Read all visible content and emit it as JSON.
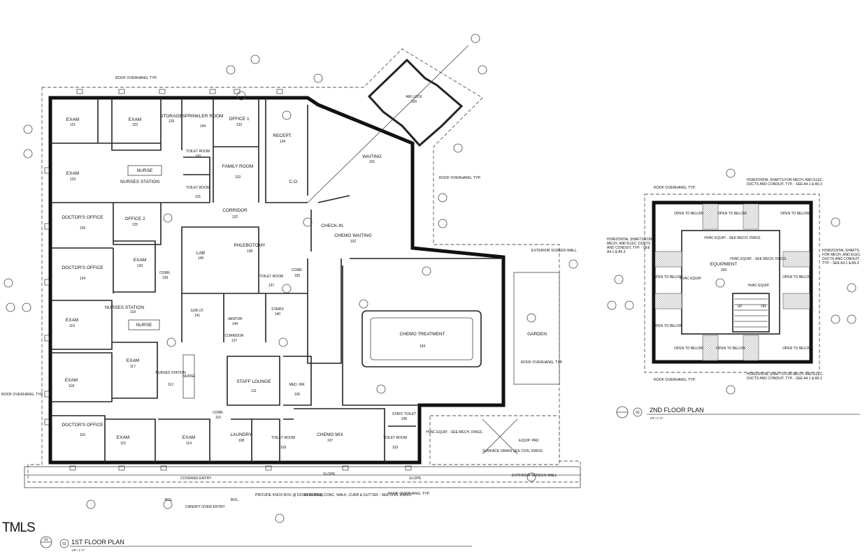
{
  "watermark": "TMLS",
  "titles": {
    "first_floor": {
      "number": "01",
      "label": "1ST FLOOR PLAN",
      "scale": "1/8\"=1'-0\""
    },
    "second_floor": {
      "number": "02",
      "label": "2ND FLOOR PLAN",
      "scale": "1/8\"=1'-0\""
    }
  },
  "rooms": {
    "exam_121": {
      "name": "EXAM",
      "num": "121"
    },
    "exam_122": {
      "name": "EXAM",
      "num": "122"
    },
    "storage": {
      "name": "STORAGE",
      "num": "129"
    },
    "sprinkler": {
      "name": "SPRINKLER ROOM",
      "num": "144"
    },
    "office1": {
      "name": "OFFICE 1",
      "num": "132"
    },
    "recept": {
      "name": "RECEPT.",
      "num": "134"
    },
    "exam_123": {
      "name": "EXAM",
      "num": "123"
    },
    "nurse_top": {
      "name": "NURSE"
    },
    "nurses_station_top": {
      "name": "NURSES STATION"
    },
    "toilet_a": {
      "name": "TOILET ROOM",
      "num": "130"
    },
    "toilet_b": {
      "name": "TOILET ROOM",
      "num": "131"
    },
    "family": {
      "name": "FAMILY ROOM",
      "num": "133"
    },
    "co": {
      "name": "C.O."
    },
    "waiting": {
      "name": "WAITING",
      "num": "101"
    },
    "air_lock": {
      "name": "AIR LOCK",
      "num": "100"
    },
    "doctors_office_a": {
      "name": "DOCTOR'S OFFICE",
      "num": "126"
    },
    "office2": {
      "name": "OFFICE 2",
      "num": "125"
    },
    "corridor_top": {
      "name": "CORRIDOR",
      "num": "132"
    },
    "check_in": {
      "name": "CHECK-IN"
    },
    "chemo_waiting": {
      "name": "CHEMO WAITING",
      "num": "102"
    },
    "doctors_office_b": {
      "name": "DOCTOR'S OFFICE",
      "num": "124"
    },
    "exam_120": {
      "name": "EXAM",
      "num": "120"
    },
    "corr_left": {
      "name": "CORR.",
      "num": "139"
    },
    "lab": {
      "name": "LAB",
      "num": "149"
    },
    "phlebotomy": {
      "name": "PHLEBOTOMY",
      "num": "138"
    },
    "toilet_c": {
      "name": "TOILET ROOM",
      "num": "137"
    },
    "corr_right": {
      "name": "CORR.",
      "num": "155"
    },
    "exam_119": {
      "name": "EXAM",
      "num": "119"
    },
    "nurses_station_mid": {
      "name": "NURSES STATION",
      "num": "118"
    },
    "nurse_mid": {
      "name": "NURSE"
    },
    "sub_ut": {
      "name": "SUB UT.",
      "num": "141"
    },
    "janitor": {
      "name": "JANITOR",
      "num": "144"
    },
    "stairs": {
      "name": "STAIRS",
      "num": "140"
    },
    "corridor_mid": {
      "name": "CORRIDOR",
      "num": "137"
    },
    "chemo_treatment": {
      "name": "CHEMO TREATMENT",
      "num": "104"
    },
    "exam_117": {
      "name": "EXAM",
      "num": "117"
    },
    "nurses_station_low": {
      "name": "NURSES STATION",
      "num": "112"
    },
    "nurse_low": {
      "name": "NURSE"
    },
    "staff_lounge": {
      "name": "STAFF LOUNGE",
      "num": "111"
    },
    "med_rm": {
      "name": "MED. RM.",
      "num": "105"
    },
    "exam_118": {
      "name": "EXAM",
      "num": "118"
    },
    "doctors_office_c": {
      "name": "DOCTOR'S OFFICE",
      "num": "116"
    },
    "exam_115": {
      "name": "EXAM",
      "num": "115"
    },
    "exam_114": {
      "name": "EXAM",
      "num": "114"
    },
    "corr_low": {
      "name": "CORR.",
      "num": "110"
    },
    "laundry": {
      "name": "LAUNDRY",
      "num": "108"
    },
    "toilet_d": {
      "name": "TOILET ROOM",
      "num": "109"
    },
    "chemo_mix": {
      "name": "CHEMO MIX",
      "num": "107"
    },
    "staff_toilet": {
      "name": "STAFF TOILET",
      "num": "106"
    },
    "toilet_e": {
      "name": "TOILET ROOM",
      "num": "103"
    },
    "garden": {
      "name": "GARDEN"
    },
    "hvac_ground": {
      "name": "HVAC EQUIP. - SEE MECH. DWGS."
    },
    "equipment": {
      "name": "EQUIPMENT",
      "num": "200"
    },
    "hvac_upper_a": {
      "name": "HVAC EQUIP. - SEE MECH. DWGS."
    },
    "hvac_upper_b": {
      "name": "HVAC EQUIP. - SEE MECH. DWGS."
    }
  },
  "notes": {
    "roof_overhang_top": "ROOF OVERHANG, TYP.",
    "roof_overhang_right": "ROOF OVERHANG, TYP.",
    "roof_overhang_mid": "ROOF OVERHANG, TYP.",
    "roof_overhang_left": "ROOF OVERHANG, TYP.",
    "roof_overhang_bottom": "ROOF OVERHANG, TYP.",
    "exterior_screen_wall_top": "EXTERIOR SCREEN WALL",
    "exterior_screen_wall_bottom": "EXTERIOR SCREEN WALL",
    "covered_entry": "COVERED ENTRY",
    "canopy_over_entry": "CANOPY OVER ENTRY",
    "knox_box": "PROVIDE KNOX BOX @ DOOR AS REQ.",
    "exterior_walk": "EXTERIOR CONC. WALK, CURB & GUTTER - SEE CIVIL DWGS.",
    "surface_drain": "SURFACE DRAIN SEE CIVIL DWGS.",
    "equip_pad": "EQUIP. PAD",
    "slope_a": "SLOPE",
    "slope_b": "SLOPE",
    "bol_a": "BOL.",
    "bol_b": "BOL.",
    "roof_overhang_2f_top": "ROOF OVERHANG, TYP.",
    "roof_overhang_2f_bottom": "ROOF OVERHANG, TYP.",
    "shafts_top": "HORIZONTAL SHAFTS FOR MECH. AND ELEC. DUCTS AND CONDUIT, TYP. - SEE A4.1 & A5.3",
    "shafts_left": "HORIZONTAL SHAFTS FOR MECH. AND ELEC. DUCTS AND CONDUIT, TYP. - SEE A4.1 & A5.3",
    "shafts_right": "HORIZONTAL SHAFTS FOR MECH. AND ELEC. DUCTS AND CONDUIT, TYP. - SEE A4.1 & A5.3",
    "shafts_bottom": "HORIZONTAL SHAFTS FOR MECH. AND ELEC. DUCTS AND CONDUIT, TYP. - SEE A4.1 & A5.3",
    "open_to_below": "OPEN TO BELOW",
    "hvac_equip_short": "HVAC EQUIP.",
    "up": "UP",
    "dn": "DN"
  }
}
